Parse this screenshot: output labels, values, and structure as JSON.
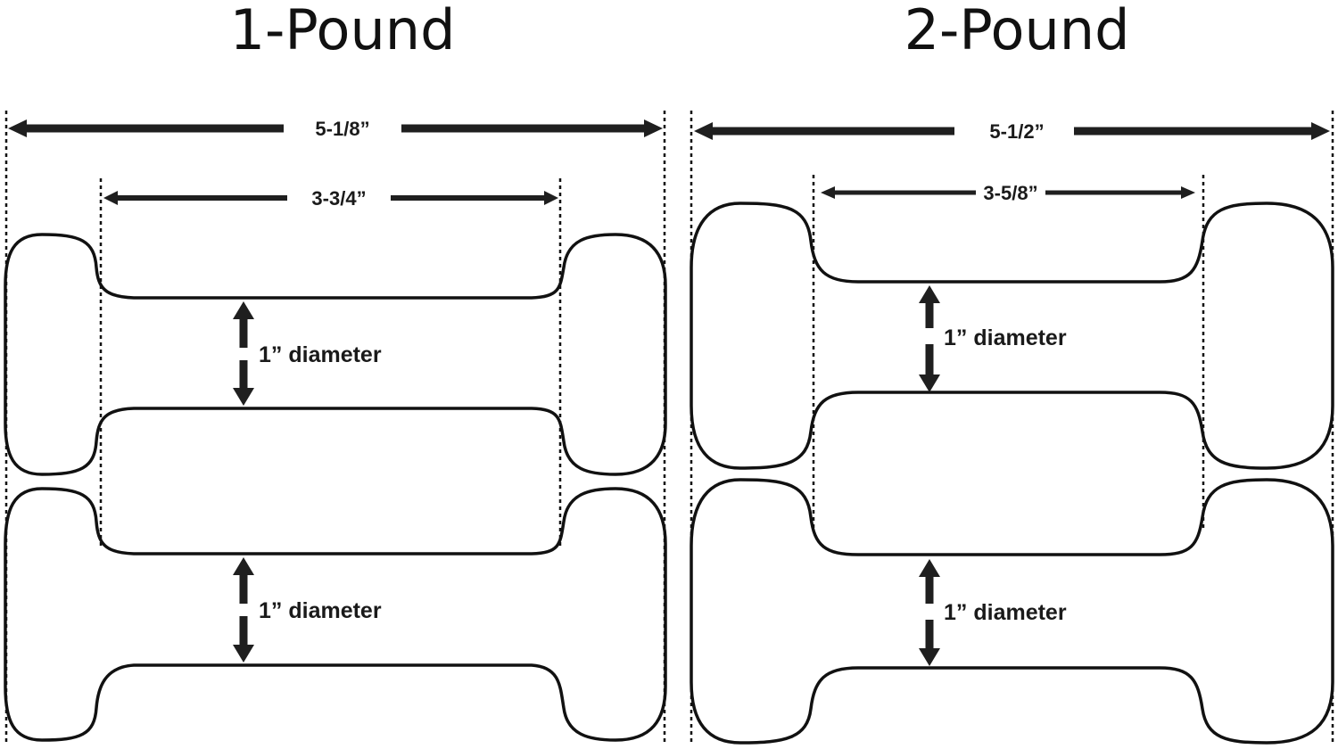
{
  "panels": [
    {
      "title": "1-Pound",
      "overall_length": "5-1/8”",
      "handle_length": "3-3/4”",
      "handle_diameter_top": "1” diameter",
      "handle_diameter_bottom": "1” diameter"
    },
    {
      "title": "2-Pound",
      "overall_length": "5-1/2”",
      "handle_length": "3-5/8”",
      "handle_diameter_top": "1” diameter",
      "handle_diameter_bottom": "1” diameter"
    }
  ],
  "colors": {
    "line": "#111111",
    "arrow": "#1f1f1f",
    "background": "#ffffff"
  }
}
